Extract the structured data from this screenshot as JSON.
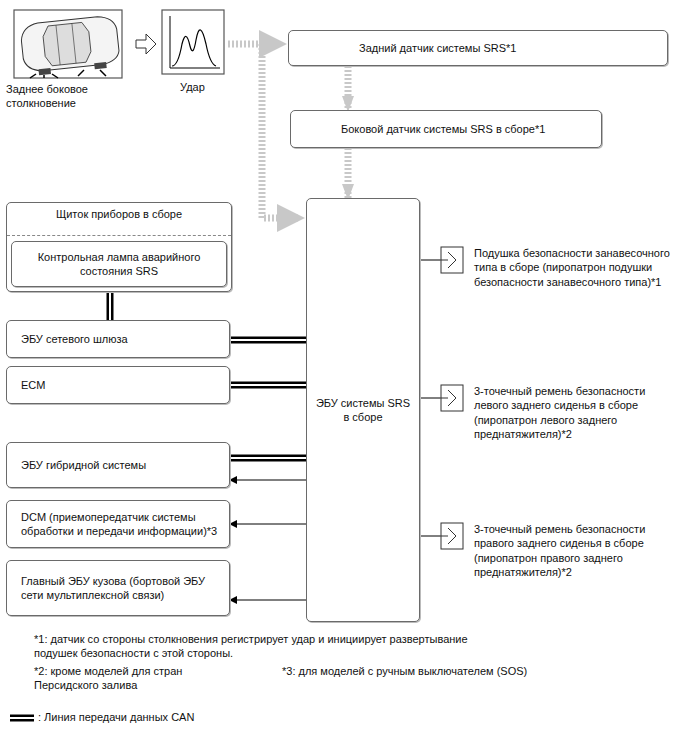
{
  "diagram": {
    "nodes": [
      {
        "text": [
          "Задний датчик системы SRS*1"
        ]
      },
      {
        "text": [
          "Боковой датчик системы SRS в сборе*1"
        ]
      },
      {
        "text": [
          "Щиток приборов в сборе"
        ]
      },
      {
        "text": [
          "Контрольная лампа аварийного состояния SRS"
        ],
        "in": 2
      },
      {
        "text": [
          "ЭБУ сетевого шлюза"
        ]
      },
      {
        "text": [
          "ECM"
        ]
      },
      {
        "text": [
          "ЭБУ системы SRS в сборе"
        ]
      },
      {
        "text": [
          "Подушка безопасности занавесочного типа в сборе (пиропатрон подушки безопасности занавесочного типа)*1"
        ]
      },
      {
        "text": [
          "ЭБУ гибридной системы"
        ]
      },
      {
        "text": [
          "3-точечный ремень безопасности левого заднего сиденья в сборе (пиропатрон левого заднего преднатяжителя)*2"
        ]
      },
      {
        "text": [
          "DCM (приемопередатчик системы обработки и передачи информации)*3"
        ]
      },
      {
        "text": [
          "3-точечный ремень безопасности правого заднего сиденья в сборе (пиропатрон правого заднего преднатяжителя)*2"
        ]
      },
      {
        "text": [
          "Главный ЭБУ кузова (бортовой ЭБУ сети мультиплексной связи)"
        ]
      }
    ],
    "edges": [
      {
        "from": 0,
        "to": 1,
        "arrow": "to"
      },
      {
        "from": 1,
        "to": 6,
        "arrow": "to"
      },
      {
        "from": 2,
        "to": 4,
        "arrow": "none"
      },
      {
        "from": 4,
        "to": 6,
        "arrow": "none"
      },
      {
        "from": 5,
        "to": 6,
        "arrow": "none"
      },
      {
        "from": 8,
        "to": 6,
        "arrow": "none"
      },
      {
        "from": 6,
        "to": 8,
        "arrow": "to"
      },
      {
        "from": 6,
        "to": 10,
        "arrow": "to"
      },
      {
        "from": 6,
        "to": 12,
        "arrow": "to"
      },
      {
        "from": 6,
        "to": 7,
        "arrow": "none"
      },
      {
        "from": 6,
        "to": 9,
        "arrow": "none"
      },
      {
        "from": 6,
        "to": 11,
        "arrow": "none"
      }
    ],
    "labels": [
      "Заднее боковое столкновение",
      "Удар",
      "*1: датчик со стороны столкновения регистрирует удар и инициирует развертывание подушек безопасности с этой стороны.",
      "*2: кроме моделей для стран Персидского залива",
      "*3: для моделей с ручным выключателем (SOS)"
    ],
    "legend": [
      {
        "text": ": Линия передачи данных CAN"
      }
    ]
  }
}
